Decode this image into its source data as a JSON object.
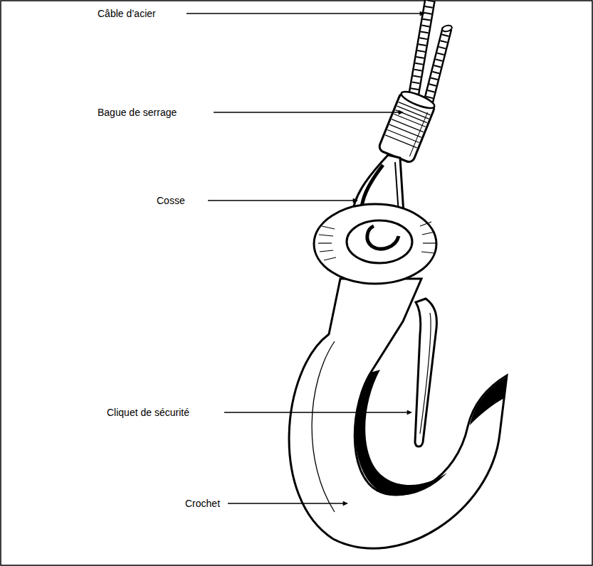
{
  "diagram": {
    "labels": [
      "Câble d’acier",
      "Bague de serrage",
      "Cosse",
      "Cliquet de sécurité",
      "Crochet"
    ]
  }
}
